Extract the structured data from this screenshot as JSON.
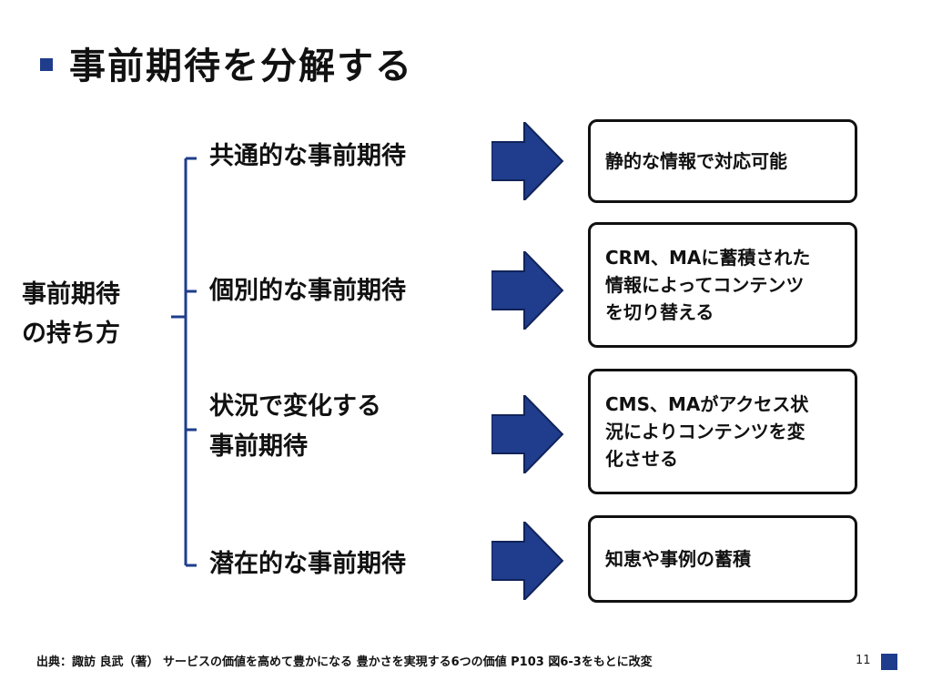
{
  "slide": {
    "title": "事前期待を分解する",
    "accent_color": "#1f3d8c",
    "root_label": "事前期待\nの持ち方",
    "branches": [
      {
        "label": "共通的な事前期待",
        "result": "静的な情報で対応可能"
      },
      {
        "label": "個別的な事前期待",
        "result": "CRM、MAに蓄積された\n情報によってコンテンツ\nを切り替える"
      },
      {
        "label": "状況で変化する\n事前期待",
        "result": "CMS、MAがアクセス状\n況によりコンテンツを変\n化させる"
      },
      {
        "label": "潜在的な事前期待",
        "result": "知恵や事例の蓄積"
      }
    ],
    "source": "出典：諏訪 良武（著） サービスの価値を高めて豊かになる 豊かさを実現する6つの価値 P103 図6-3をもとに改変",
    "page_number": "11",
    "icons": {
      "arrow": "right-arrow-icon",
      "bullet": "square-bullet-icon"
    }
  }
}
